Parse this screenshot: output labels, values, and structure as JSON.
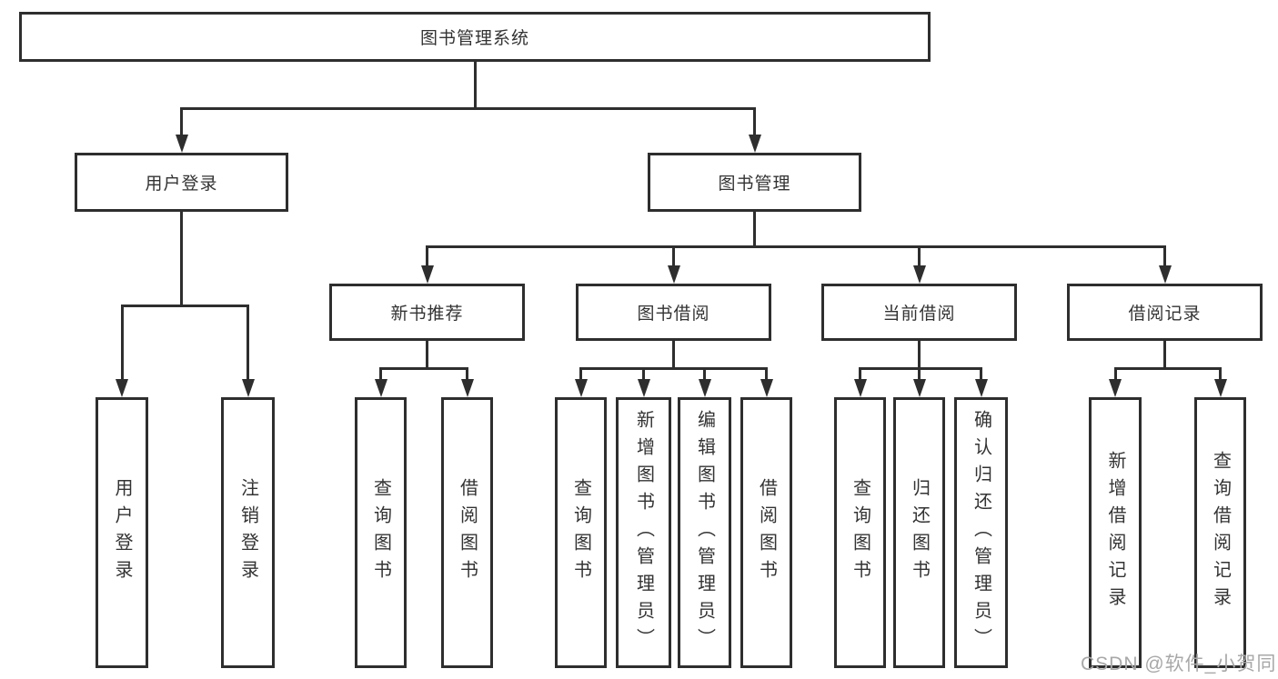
{
  "colors": {
    "line": "#2e2e2e",
    "text": "#333333",
    "watermark": "#a8a8a8",
    "bg": "#ffffff"
  },
  "tree": {
    "root": {
      "label": "图书管理系统"
    },
    "branches": [
      {
        "label": "用户登录",
        "children": [
          {
            "label": "用户登录"
          },
          {
            "label": "注销登录"
          }
        ]
      },
      {
        "label": "图书管理",
        "children": [
          {
            "label": "新书推荐",
            "children": [
              {
                "label": "查询图书"
              },
              {
                "label": "借阅图书"
              }
            ]
          },
          {
            "label": "图书借阅",
            "children": [
              {
                "label": "查询图书"
              },
              {
                "label": "新增图书（管理员）"
              },
              {
                "label": "编辑图书（管理员）"
              },
              {
                "label": "借阅图书"
              }
            ]
          },
          {
            "label": "当前借阅",
            "children": [
              {
                "label": "查询图书"
              },
              {
                "label": "归还图书"
              },
              {
                "label": "确认归还（管理员）"
              }
            ]
          },
          {
            "label": "借阅记录",
            "children": [
              {
                "label": "新增借阅记录"
              },
              {
                "label": "查询借阅记录"
              }
            ]
          }
        ]
      }
    ]
  },
  "watermark": {
    "text": "CSDN @软件_小贺同学"
  }
}
